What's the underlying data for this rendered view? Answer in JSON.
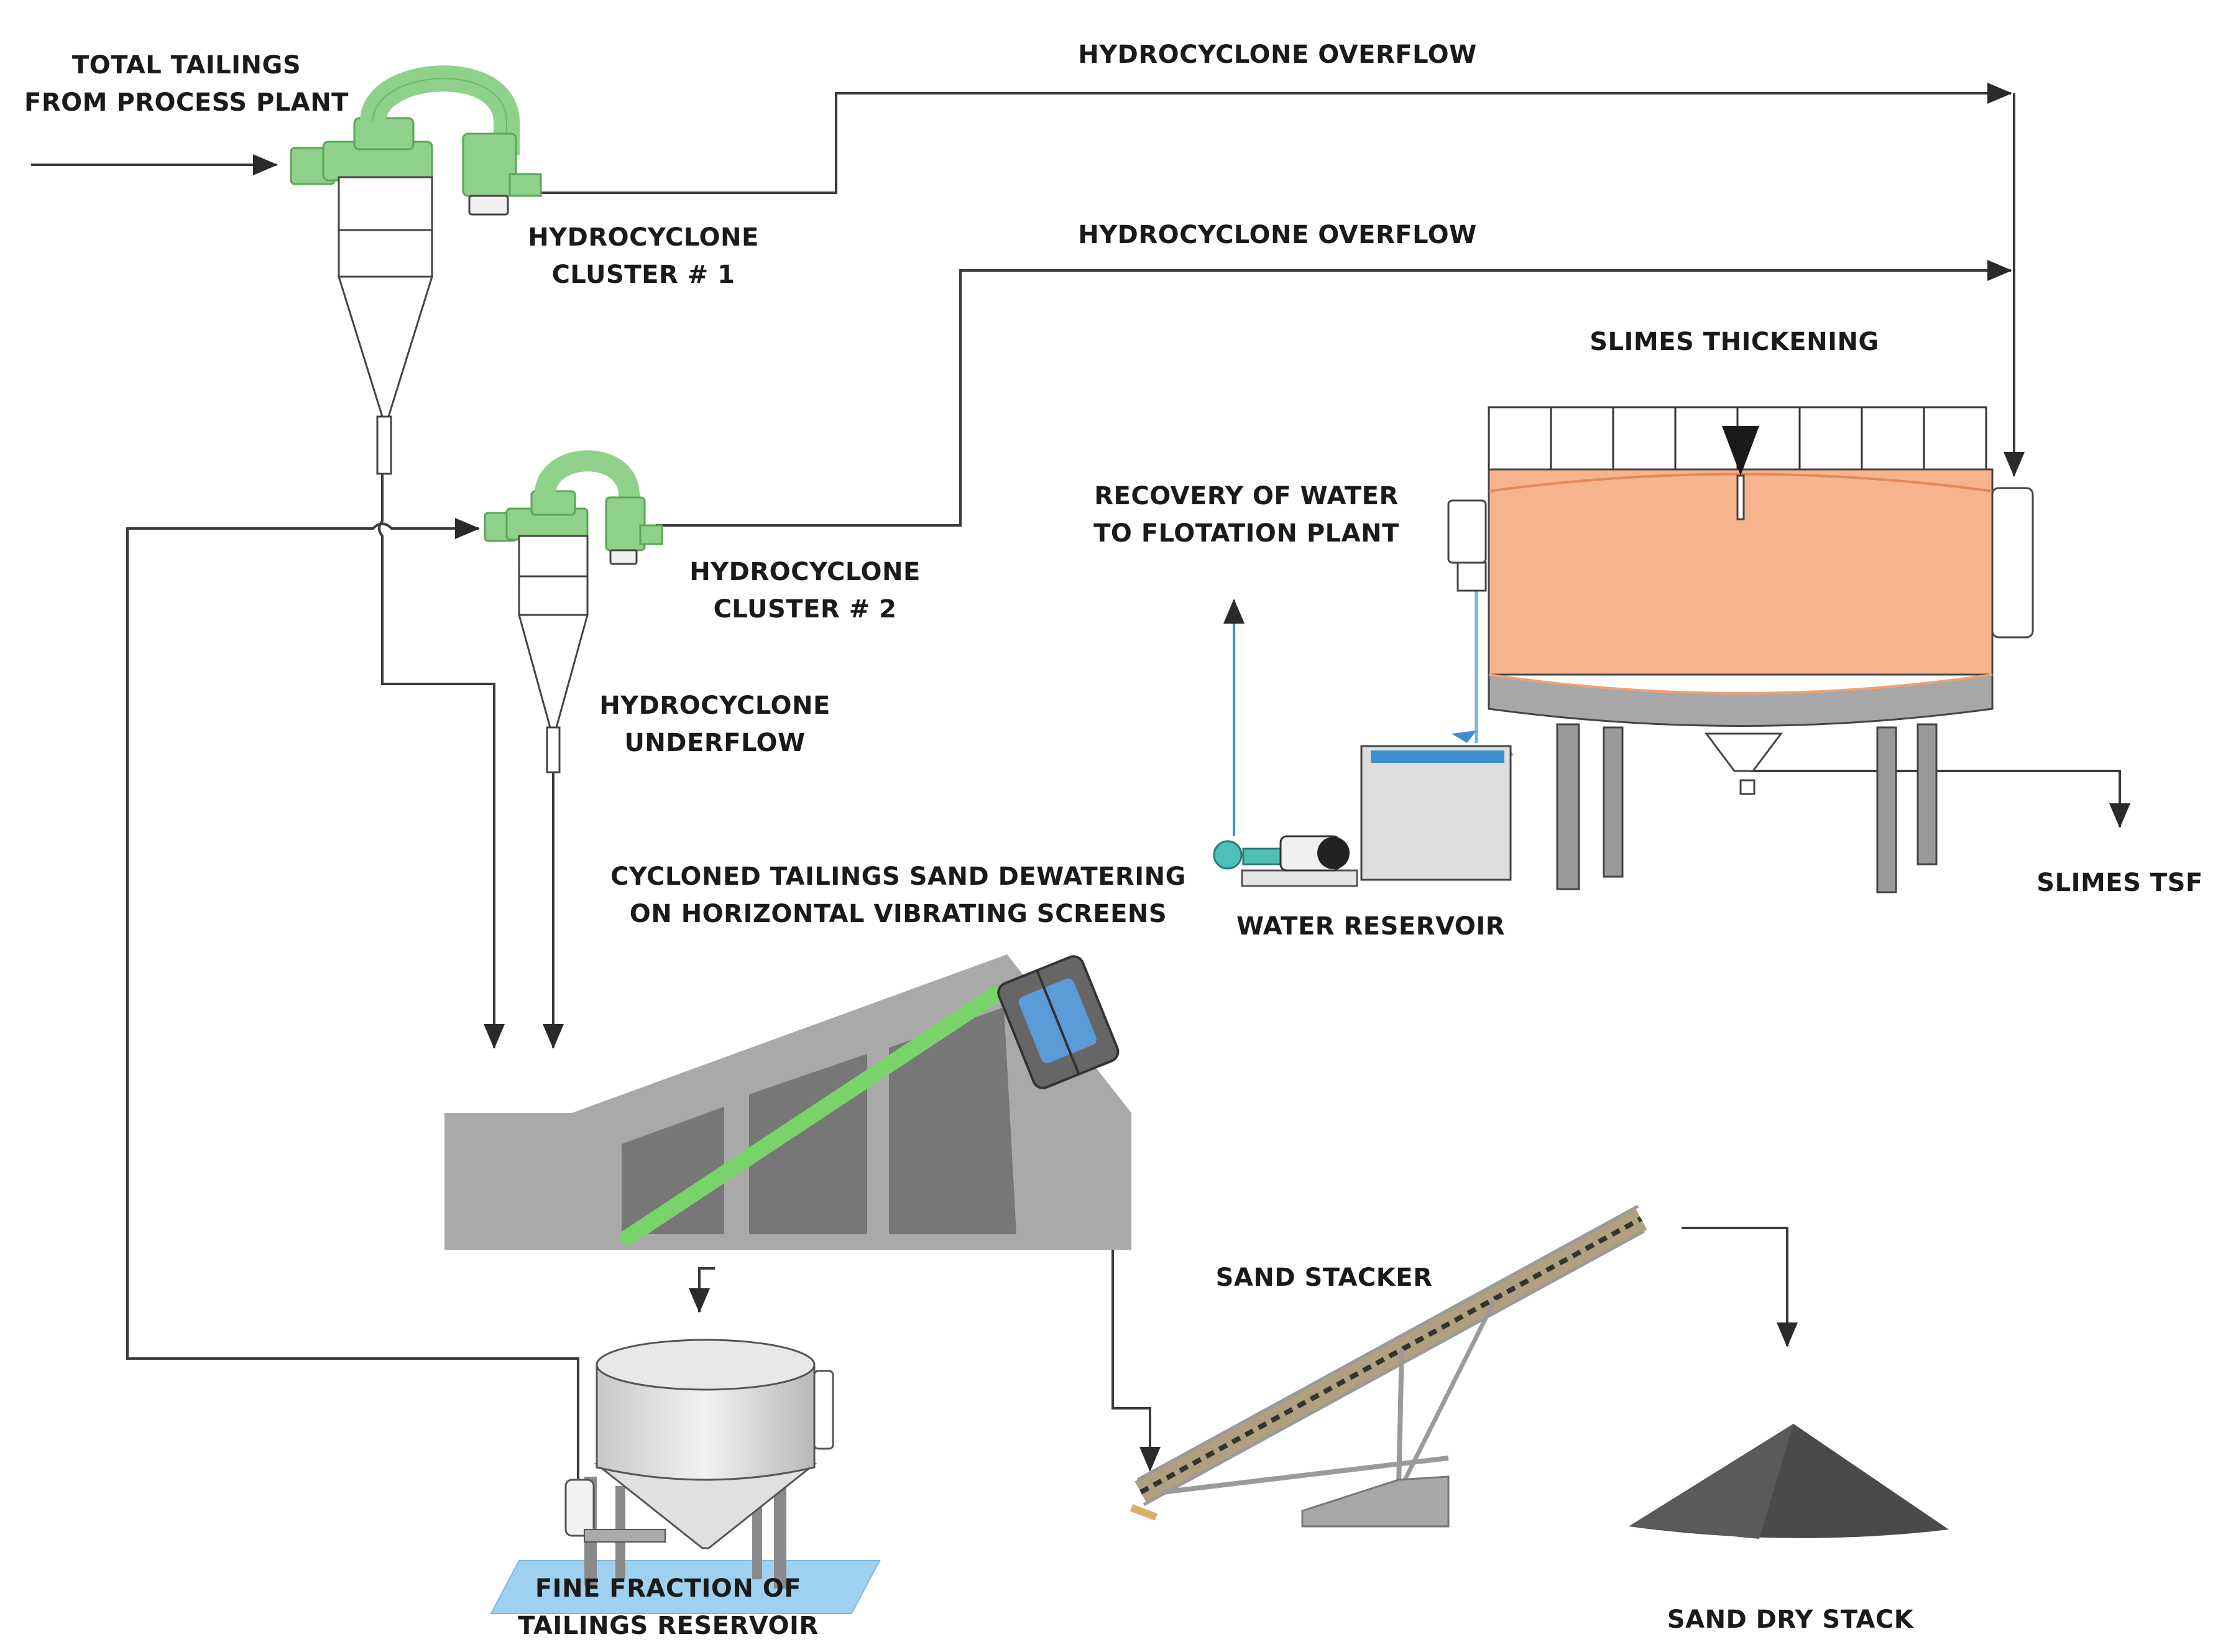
{
  "labels": {
    "total_tailings": [
      "TOTAL TAILINGS",
      "FROM PROCESS PLANT"
    ],
    "overflow_1": "HYDROCYCLONE OVERFLOW",
    "overflow_2": "HYDROCYCLONE OVERFLOW",
    "cluster_1": [
      "HYDROCYCLONE",
      "CLUSTER # 1"
    ],
    "cluster_2": [
      "HYDROCYCLONE",
      "CLUSTER # 2"
    ],
    "underflow": [
      "HYDROCYCLONE",
      "UNDERFLOW"
    ],
    "slimes_thickening": "SLIMES THICKENING",
    "recovery_water": [
      "RECOVERY OF WATER",
      "TO FLOTATION PLANT"
    ],
    "water_reservoir": "WATER RESERVOIR",
    "slimes_tsf": "SLIMES TSF",
    "screens": [
      "CYCLONED TAILINGS SAND DEWATERING",
      "ON HORIZONTAL VIBRATING SCREENS"
    ],
    "sand_stacker": "SAND STACKER",
    "fine_fraction": [
      "FINE FRACTION OF",
      "TAILINGS RESERVOIR"
    ],
    "sand_dry_stack": "SAND DRY STACK"
  },
  "colors": {
    "cyclone_head": "#8fd18a",
    "cyclone_body": "#ffffff",
    "thickener_tank": "#f6b48c",
    "thickener_base": "#a7a7a7",
    "screen_body": "#a9a9a9",
    "screen_panel": "#777777",
    "screen_green_bar": "#7ad36a",
    "screen_blue": "#5b9bd8",
    "water_blue": "#3f8fd0",
    "fine_pad_blue": "#9fd0f0",
    "sand_pile": "#4a4a4a",
    "flow_line": "#3a3a3a"
  },
  "icons": [
    "hydrocyclone-1-icon",
    "hydrocyclone-2-icon",
    "thickener-icon",
    "pump-icon",
    "water-reservoir-icon",
    "vibrating-screen-icon",
    "fine-fraction-tank-icon",
    "sand-stacker-icon",
    "sand-pile-icon"
  ]
}
